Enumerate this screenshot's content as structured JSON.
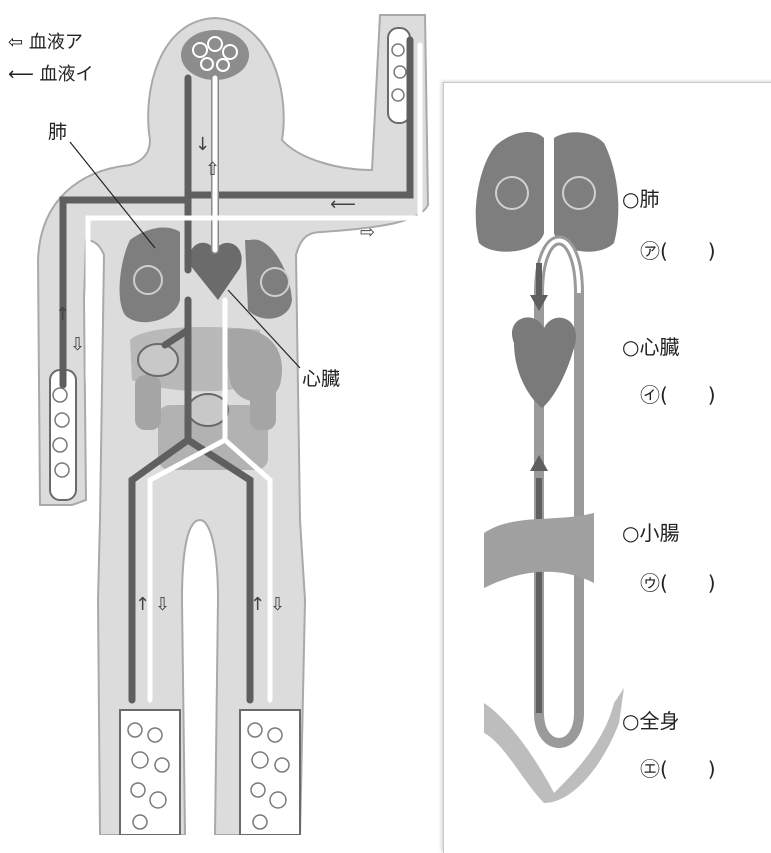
{
  "legend": {
    "a": {
      "glyph": "⇦",
      "label": "血液ア"
    },
    "b": {
      "glyph": "⟵",
      "label": "血液イ"
    }
  },
  "labels": {
    "lung": "肺",
    "heart": "心臓"
  },
  "panel": {
    "items": [
      {
        "name": "○肺",
        "blank": "㋐(　　)"
      },
      {
        "name": "○心臓",
        "blank": "㋑(　　)"
      },
      {
        "name": "○小腸",
        "blank": "㋒(　　)"
      },
      {
        "name": "○全身",
        "blank": "㋓(　　)"
      }
    ]
  },
  "colors": {
    "body": "#dcdcdc",
    "body_outline": "#a9a9a9",
    "vessel_dark": "#5f5f5f",
    "vessel_light": "#ffffff",
    "organ": "#8d8d8d",
    "organ_light": "#b8b8b8"
  }
}
